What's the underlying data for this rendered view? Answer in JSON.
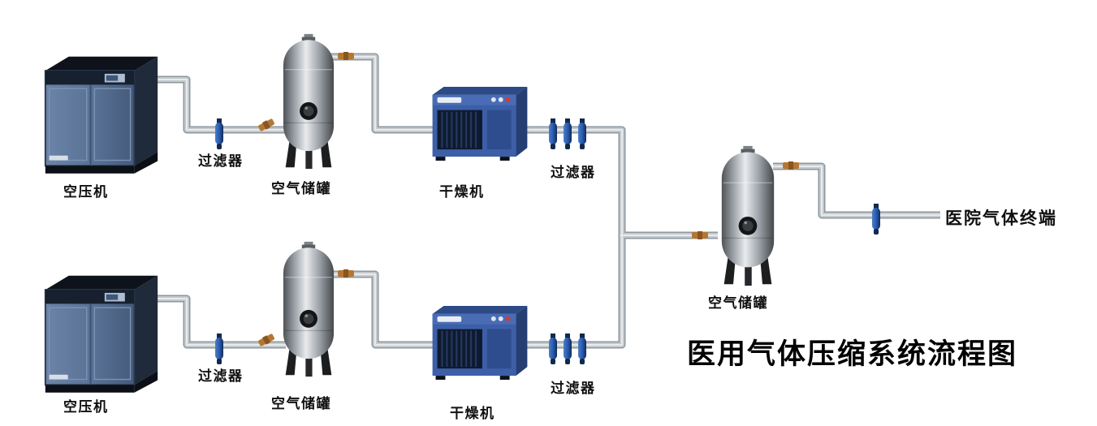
{
  "title": "医用气体压缩系统流程图",
  "terminal_label": "医院气体终端",
  "main_tank_label": "空气储罐",
  "lines": [
    {
      "compressor_label": "空压机",
      "inlet_filter_label": "过滤器",
      "tank_label": "空气储罐",
      "dryer_label": "干燥机",
      "outlet_filter_label": "过滤器"
    },
    {
      "compressor_label": "空压机",
      "inlet_filter_label": "过滤器",
      "tank_label": "空气储罐",
      "dryer_label": "干燥机",
      "outlet_filter_label": "过滤器"
    }
  ],
  "equipment_icons": {
    "compressor": "air-compressor-illustration",
    "tank": "air-storage-tank-illustration",
    "dryer": "air-dryer-illustration",
    "filter": "inline-filter-illustration",
    "fitting": "brass-fitting-illustration",
    "valve": "line-valve-illustration"
  },
  "colors": {
    "background": "#ffffff",
    "pipe_gray": "#c3c9cd",
    "filter_blue": "#2a5cb0",
    "machine_blue": "#3c5fa8",
    "compressor_panel": "#5e7894",
    "tank_metal_light": "#e9ebed",
    "fitting_brass": "#b57730",
    "text": "#000000"
  }
}
